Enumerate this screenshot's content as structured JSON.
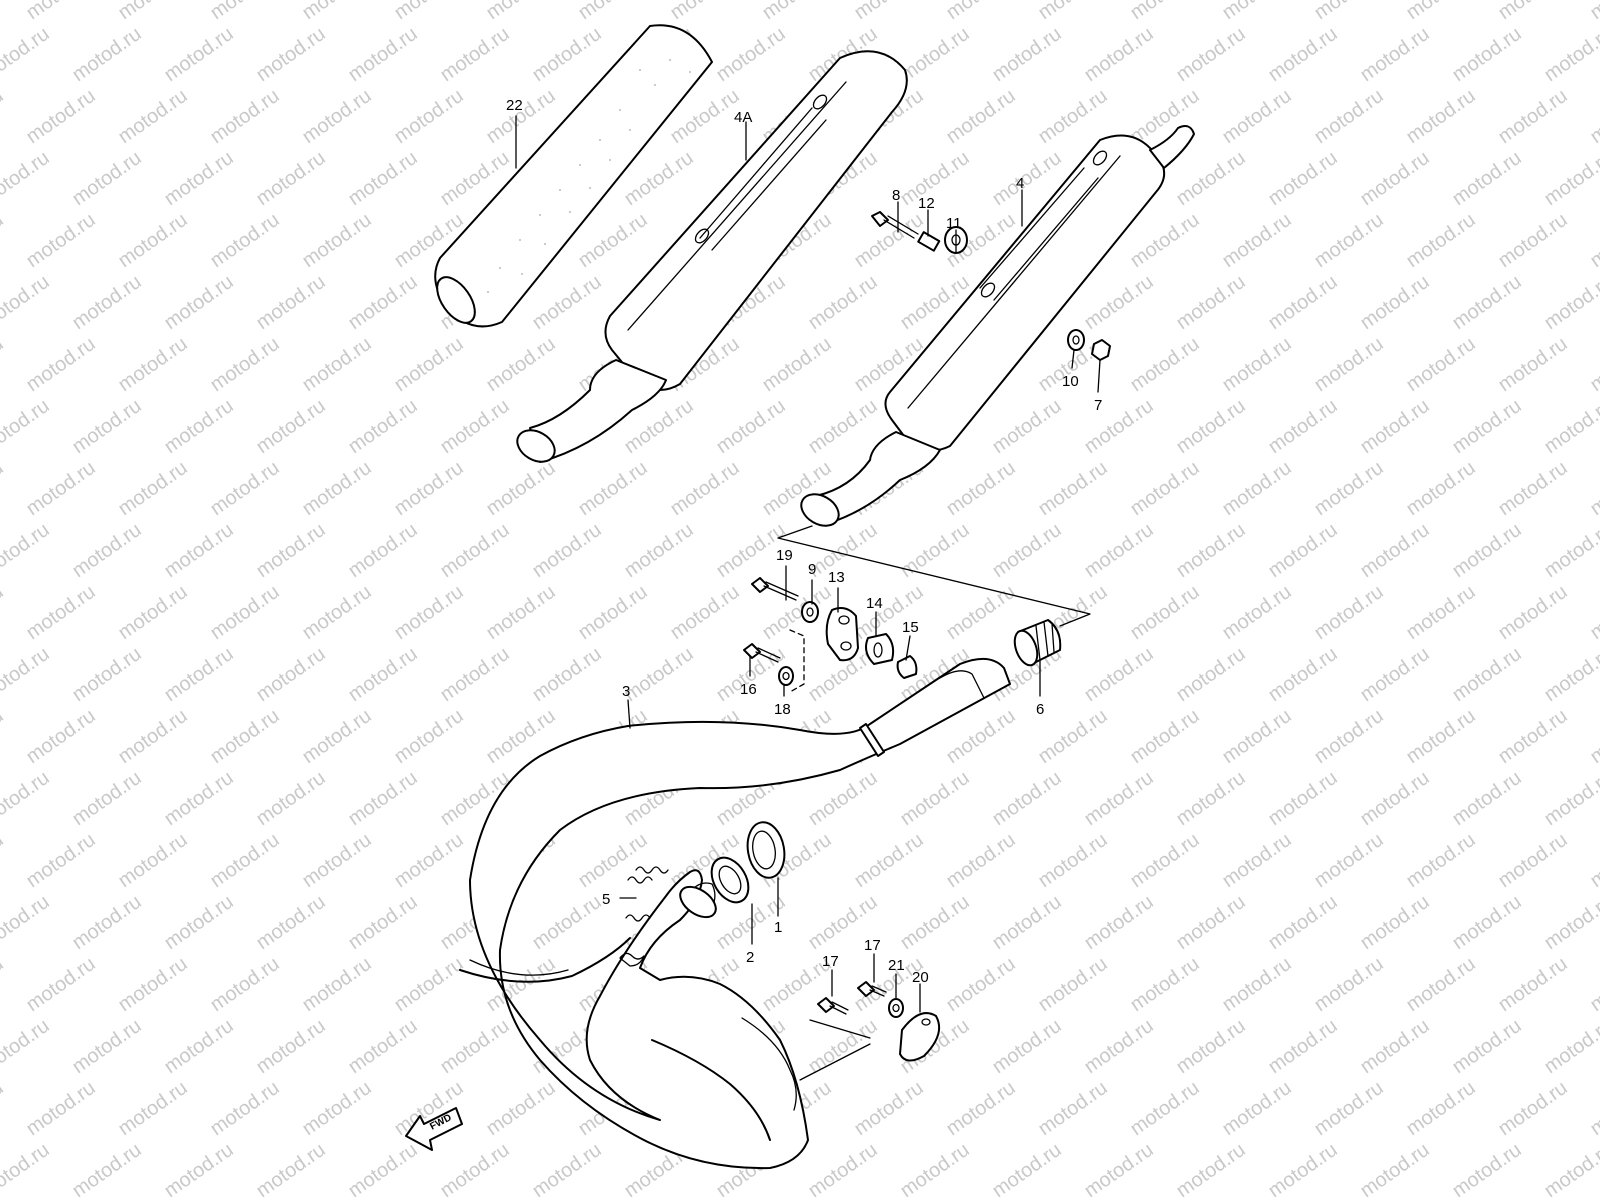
{
  "watermark": "motod.ru",
  "fwd_label": "FWD",
  "parts": [
    {
      "id": "p1",
      "label": "1"
    },
    {
      "id": "p2",
      "label": "2"
    },
    {
      "id": "p3",
      "label": "3"
    },
    {
      "id": "p4",
      "label": "4"
    },
    {
      "id": "p4a",
      "label": "4A"
    },
    {
      "id": "p5",
      "label": "5"
    },
    {
      "id": "p6",
      "label": "6"
    },
    {
      "id": "p7",
      "label": "7"
    },
    {
      "id": "p8",
      "label": "8"
    },
    {
      "id": "p9",
      "label": "9"
    },
    {
      "id": "p10",
      "label": "10"
    },
    {
      "id": "p11",
      "label": "11"
    },
    {
      "id": "p12",
      "label": "12"
    },
    {
      "id": "p13",
      "label": "13"
    },
    {
      "id": "p14",
      "label": "14"
    },
    {
      "id": "p15",
      "label": "15"
    },
    {
      "id": "p16",
      "label": "16"
    },
    {
      "id": "p17a",
      "label": "17"
    },
    {
      "id": "p17b",
      "label": "17"
    },
    {
      "id": "p18",
      "label": "18"
    },
    {
      "id": "p19",
      "label": "19"
    },
    {
      "id": "p20",
      "label": "20"
    },
    {
      "id": "p21",
      "label": "21"
    },
    {
      "id": "p22",
      "label": "22"
    }
  ]
}
